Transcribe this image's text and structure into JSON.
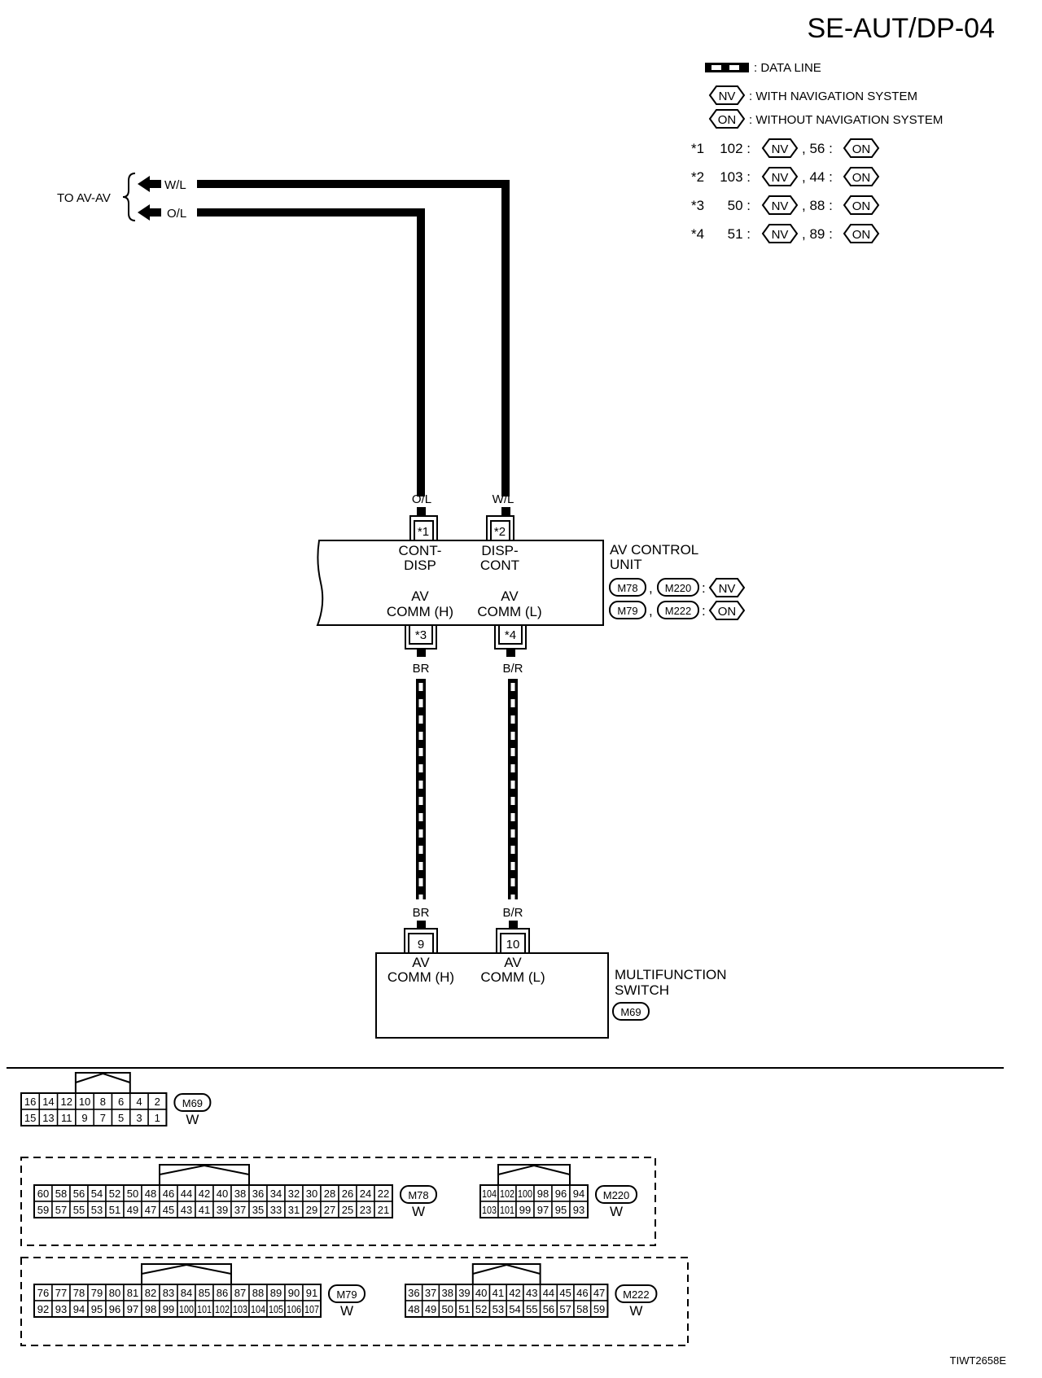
{
  "page_code": "SE-AUT/DP-04",
  "figure_id": "TIWT2658E",
  "legend": {
    "data_line": ": DATA LINE",
    "nv_badge": "NV",
    "on_badge": "ON",
    "nv_text": ": WITH NAVIGATION SYSTEM",
    "on_text": ": WITHOUT NAVIGATION SYSTEM",
    "notes": [
      {
        "key": "*1",
        "nv_pin": "102 :",
        "on_pin": ", 56 :"
      },
      {
        "key": "*2",
        "nv_pin": "103 :",
        "on_pin": ", 44 :"
      },
      {
        "key": "*3",
        "nv_pin": "50 :",
        "on_pin": ", 88 :"
      },
      {
        "key": "*4",
        "nv_pin": "51 :",
        "on_pin": ", 89 :"
      }
    ]
  },
  "harness": {
    "to_label": "TO AV-AV",
    "wire_wl": "W/L",
    "wire_ol": "O/L",
    "wire_br": "BR",
    "wire_br_color": "B/R"
  },
  "av_control_unit": {
    "name_line1": "AV CONTROL",
    "name_line2": "UNIT",
    "pin1": "*1",
    "pin2": "*2",
    "pin3": "*3",
    "pin4": "*4",
    "cont_disp_1": "CONT-",
    "cont_disp_2": "DISP",
    "disp_cont_1": "DISP-",
    "disp_cont_2": "CONT",
    "av_comm_h_1": "AV",
    "av_comm_h_2": "COMM (H)",
    "av_comm_l_1": "AV",
    "av_comm_l_2": "COMM (L)",
    "conn_row1": [
      "M78",
      ",",
      "M220",
      ":",
      "NV"
    ],
    "conn_row2": [
      "M79",
      ",",
      "M222",
      ":",
      "ON"
    ]
  },
  "multifunction_switch": {
    "name_line1": "MULTIFUNCTION",
    "name_line2": "SWITCH",
    "connector": "M69",
    "pin9": "9",
    "pin10": "10",
    "av_comm_h_1": "AV",
    "av_comm_h_2": "COMM (H)",
    "av_comm_l_1": "AV",
    "av_comm_l_2": "COMM (L)"
  },
  "connectors": [
    {
      "id": "M69",
      "color": "W",
      "top": [
        "16",
        "14",
        "12",
        "10",
        "8",
        "6",
        "4",
        "2"
      ],
      "bottom": [
        "15",
        "13",
        "11",
        "9",
        "7",
        "5",
        "3",
        "1"
      ]
    },
    {
      "id": "M78",
      "color": "W",
      "top": [
        "60",
        "58",
        "56",
        "54",
        "52",
        "50",
        "48",
        "46",
        "44",
        "42",
        "40",
        "38",
        "36",
        "34",
        "32",
        "30",
        "28",
        "26",
        "24",
        "22"
      ],
      "bottom": [
        "59",
        "57",
        "55",
        "53",
        "51",
        "49",
        "47",
        "45",
        "43",
        "41",
        "39",
        "37",
        "35",
        "33",
        "31",
        "29",
        "27",
        "25",
        "23",
        "21"
      ]
    },
    {
      "id": "M220",
      "color": "W",
      "top": [
        "104",
        "102",
        "100",
        "98",
        "96",
        "94"
      ],
      "bottom": [
        "103",
        "101",
        "99",
        "97",
        "95",
        "93"
      ]
    },
    {
      "id": "M79",
      "color": "W",
      "top": [
        "76",
        "77",
        "78",
        "79",
        "80",
        "81",
        "82",
        "83",
        "84",
        "85",
        "86",
        "87",
        "88",
        "89",
        "90",
        "91"
      ],
      "bottom": [
        "92",
        "93",
        "94",
        "95",
        "96",
        "97",
        "98",
        "99",
        "100",
        "101",
        "102",
        "103",
        "104",
        "105",
        "106",
        "107"
      ]
    },
    {
      "id": "M222",
      "color": "W",
      "top": [
        "36",
        "37",
        "38",
        "39",
        "40",
        "41",
        "42",
        "43",
        "44",
        "45",
        "46",
        "47"
      ],
      "bottom": [
        "48",
        "49",
        "50",
        "51",
        "52",
        "53",
        "54",
        "55",
        "56",
        "57",
        "58",
        "59"
      ]
    }
  ]
}
